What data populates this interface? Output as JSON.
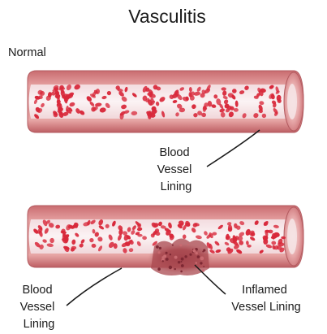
{
  "title": "Vasculitis",
  "normal_label": "Normal",
  "top_vessel_label": [
    "Blood",
    "Vessel",
    "Lining"
  ],
  "bottom_left_label": [
    "Blood",
    "Vessel",
    "Lining"
  ],
  "inflamed_label": [
    "Inflamed",
    "Vessel Lining"
  ],
  "colors": {
    "vessel_wall": "#d98585",
    "vessel_wall_dark": "#b85b5e",
    "vessel_lumen": "#f8eef0",
    "blood_cell": "#d8283a",
    "inflammation": "#9a3b45"
  }
}
